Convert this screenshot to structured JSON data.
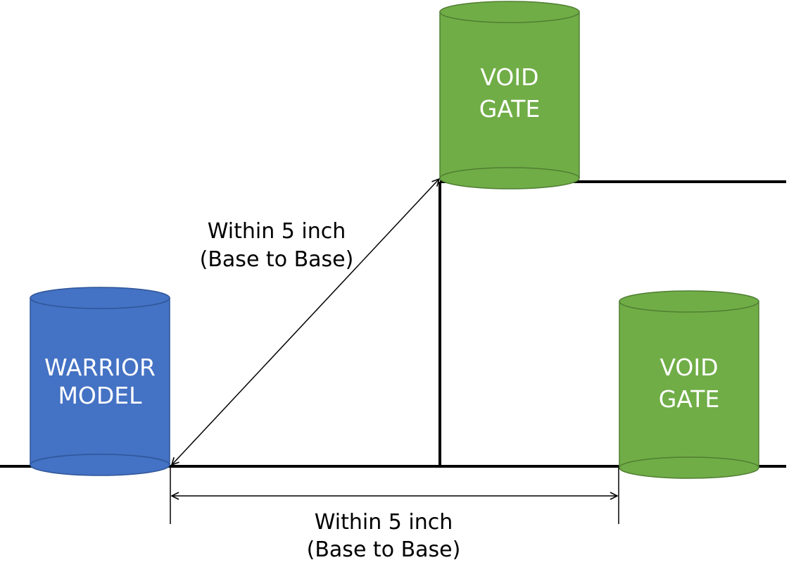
{
  "colors": {
    "warrior_fill": "#4472C4",
    "warrior_stroke": "#2F5597",
    "gate_fill": "#70AD47",
    "gate_stroke": "#507E32",
    "line": "#000000",
    "label_text": "#FFFFFF"
  },
  "warrior": {
    "line1": "WARRIOR",
    "line2": "MODEL"
  },
  "gate_upper": {
    "line1": "VOID",
    "line2": "GATE"
  },
  "gate_lower": {
    "line1": "VOID",
    "line2": "GATE"
  },
  "diagonal_measure": {
    "line1": "Within 5 inch",
    "line2": "(Base to Base)"
  },
  "horizontal_measure": {
    "line1": "Within 5 inch",
    "line2": "(Base to Base)"
  }
}
